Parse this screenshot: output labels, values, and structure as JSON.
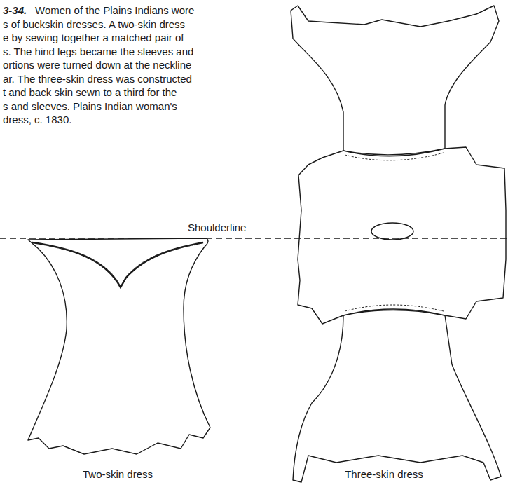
{
  "diagram": {
    "labels": [
      "3-34.",
      "Women of the Plains Indians wore",
      "s of buckskin dresses. A two-skin dress",
      "e by sewing together a matched pair of",
      "s. The hind legs became the sleeves and",
      "ortions were turned down at the neckline",
      "ar. The three-skin dress was constructed",
      "t and back skin sewn to a third for the",
      "s and sleeves. Plains Indian woman's",
      "dress, c. 1830.",
      "Shoulderline",
      "Two-skin dress",
      "Three-skin dress"
    ]
  }
}
